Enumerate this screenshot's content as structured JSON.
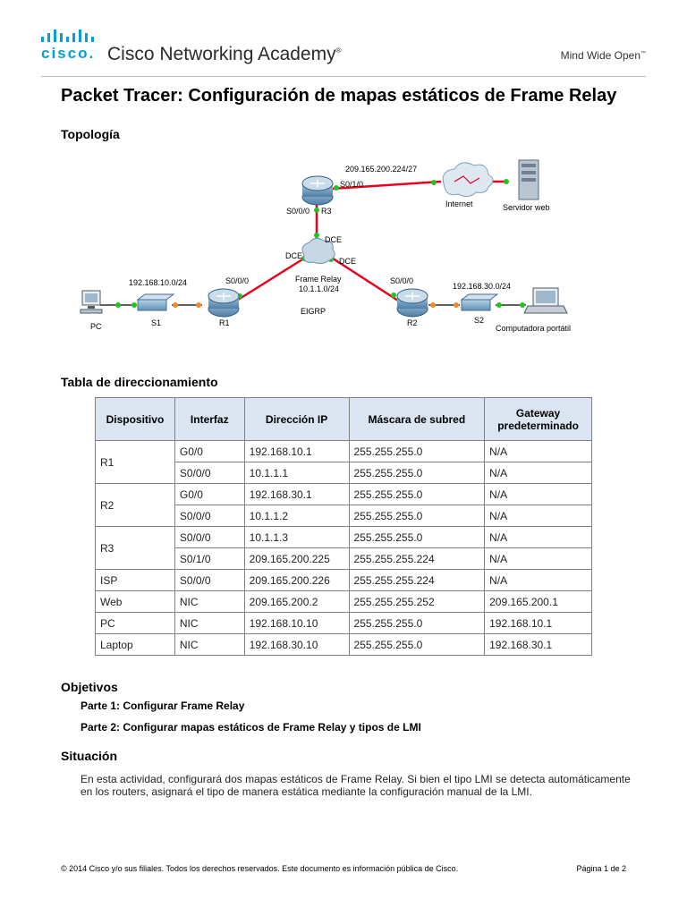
{
  "header": {
    "logo_word": "cisco.",
    "brand": "Cisco Networking Academy",
    "registered": "®",
    "tagline": "Mind Wide Open",
    "tagline_tm": "™"
  },
  "title": "Packet Tracer: Configuración de mapas estáticos de Frame Relay",
  "sections": {
    "topology": "Topología",
    "addressing": "Tabla de direccionamiento",
    "objectives": "Objetivos",
    "situation": "Situación"
  },
  "topology": {
    "labels": {
      "isp_net": "209.165.200.224/27",
      "r3_s010": "S0/1/0",
      "r3_s000": "S0/0/0",
      "r3_name": "R3",
      "internet": "Internet",
      "server": "Servidor web",
      "dce_top": "DCE",
      "dce_left": "DCE",
      "dce_right": "DCE",
      "fr_name": "Frame Relay",
      "fr_net": "10.1.1.0/24",
      "eigrp": "EIGRP",
      "lan1": "192.168.10.0/24",
      "r1_s000": "S0/0/0",
      "pc": "PC",
      "s1": "S1",
      "r1": "R1",
      "r2_s000": "S0/0/0",
      "lan2": "192.168.30.0/24",
      "r2": "R2",
      "s2": "S2",
      "laptop": "Computadora portátil"
    }
  },
  "table": {
    "headers": [
      "Dispositivo",
      "Interfaz",
      "Dirección IP",
      "Máscara de subred",
      "Gateway predeterminado"
    ],
    "rows": [
      [
        "R1",
        "G0/0",
        "192.168.10.1",
        "255.255.255.0",
        "N/A"
      ],
      [
        "",
        "S0/0/0",
        "10.1.1.1",
        "255.255.255.0",
        "N/A"
      ],
      [
        "R2",
        "G0/0",
        "192.168.30.1",
        "255.255.255.0",
        "N/A"
      ],
      [
        "",
        "S0/0/0",
        "10.1.1.2",
        "255.255.255.0",
        "N/A"
      ],
      [
        "R3",
        "S0/0/0",
        "10.1.1.3",
        "255.255.255.0",
        "N/A"
      ],
      [
        "",
        "S0/1/0",
        "209.165.200.225",
        "255.255.255.224",
        "N/A"
      ],
      [
        "ISP",
        "S0/0/0",
        "209.165.200.226",
        "255.255.255.224",
        "N/A"
      ],
      [
        "Web",
        "NIC",
        "209.165.200.2",
        "255.255.255.252",
        "209.165.200.1"
      ],
      [
        "PC",
        "NIC",
        "192.168.10.10",
        "255.255.255.0",
        "192.168.10.1"
      ],
      [
        "Laptop",
        "NIC",
        "192.168.30.10",
        "255.255.255.0",
        "192.168.30.1"
      ]
    ]
  },
  "objectives": [
    "Parte 1: Configurar Frame Relay",
    "Parte 2: Configurar mapas estáticos de Frame Relay y tipos de LMI"
  ],
  "situation_text": "En esta actividad, configurará dos mapas estáticos de Frame Relay. Si bien el tipo LMI se detecta automáticamente en los routers, asignará el tipo de manera estática mediante la configuración manual de la LMI.",
  "footer": {
    "copyright": "© 2014 Cisco y/o sus filiales. Todos los derechos reservados. Este documento es información pública de Cisco.",
    "page": "Página 1 de 2"
  },
  "colors": {
    "cisco_blue": "#049fd9",
    "serial_link": "#e8001c",
    "ethernet_link": "#000000",
    "link_up": "#22c322",
    "table_header_bg": "#dbe5f1"
  }
}
